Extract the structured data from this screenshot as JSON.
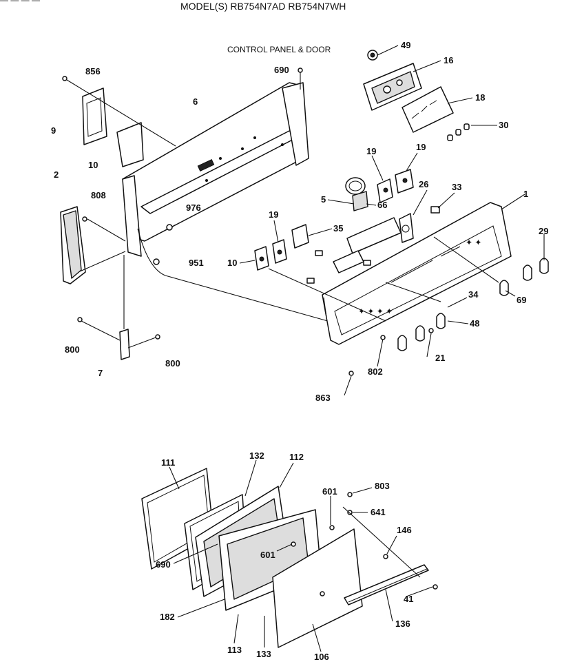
{
  "header": {
    "model_line": "MODEL(S) RB754N7AD  RB754N7WH",
    "subtitle": "CONTROL PANEL & DOOR"
  },
  "callouts": {
    "c856": "856",
    "c690a": "690",
    "c6": "6",
    "c9": "9",
    "c10a": "10",
    "c2": "2",
    "c808": "808",
    "c976": "976",
    "c951": "951",
    "c800a": "800",
    "c800b": "800",
    "c7": "7",
    "c49": "49",
    "c16": "16",
    "c18": "18",
    "c30": "30",
    "c19a": "19",
    "c19b": "19",
    "c26": "26",
    "c33": "33",
    "c1": "1",
    "c5": "5",
    "c66": "66",
    "c19c": "19",
    "c35": "35",
    "c10b": "10",
    "c29": "29",
    "c69": "69",
    "c34": "34",
    "c48": "48",
    "c21": "21",
    "c802": "802",
    "c863": "863",
    "c111": "111",
    "c132": "132",
    "c112": "112",
    "c601a": "601",
    "c803": "803",
    "c641": "641",
    "c146": "146",
    "c690b": "690",
    "c601b": "601",
    "c41": "41",
    "c182": "182",
    "c136": "136",
    "c113": "113",
    "c133": "133",
    "c106": "106"
  }
}
